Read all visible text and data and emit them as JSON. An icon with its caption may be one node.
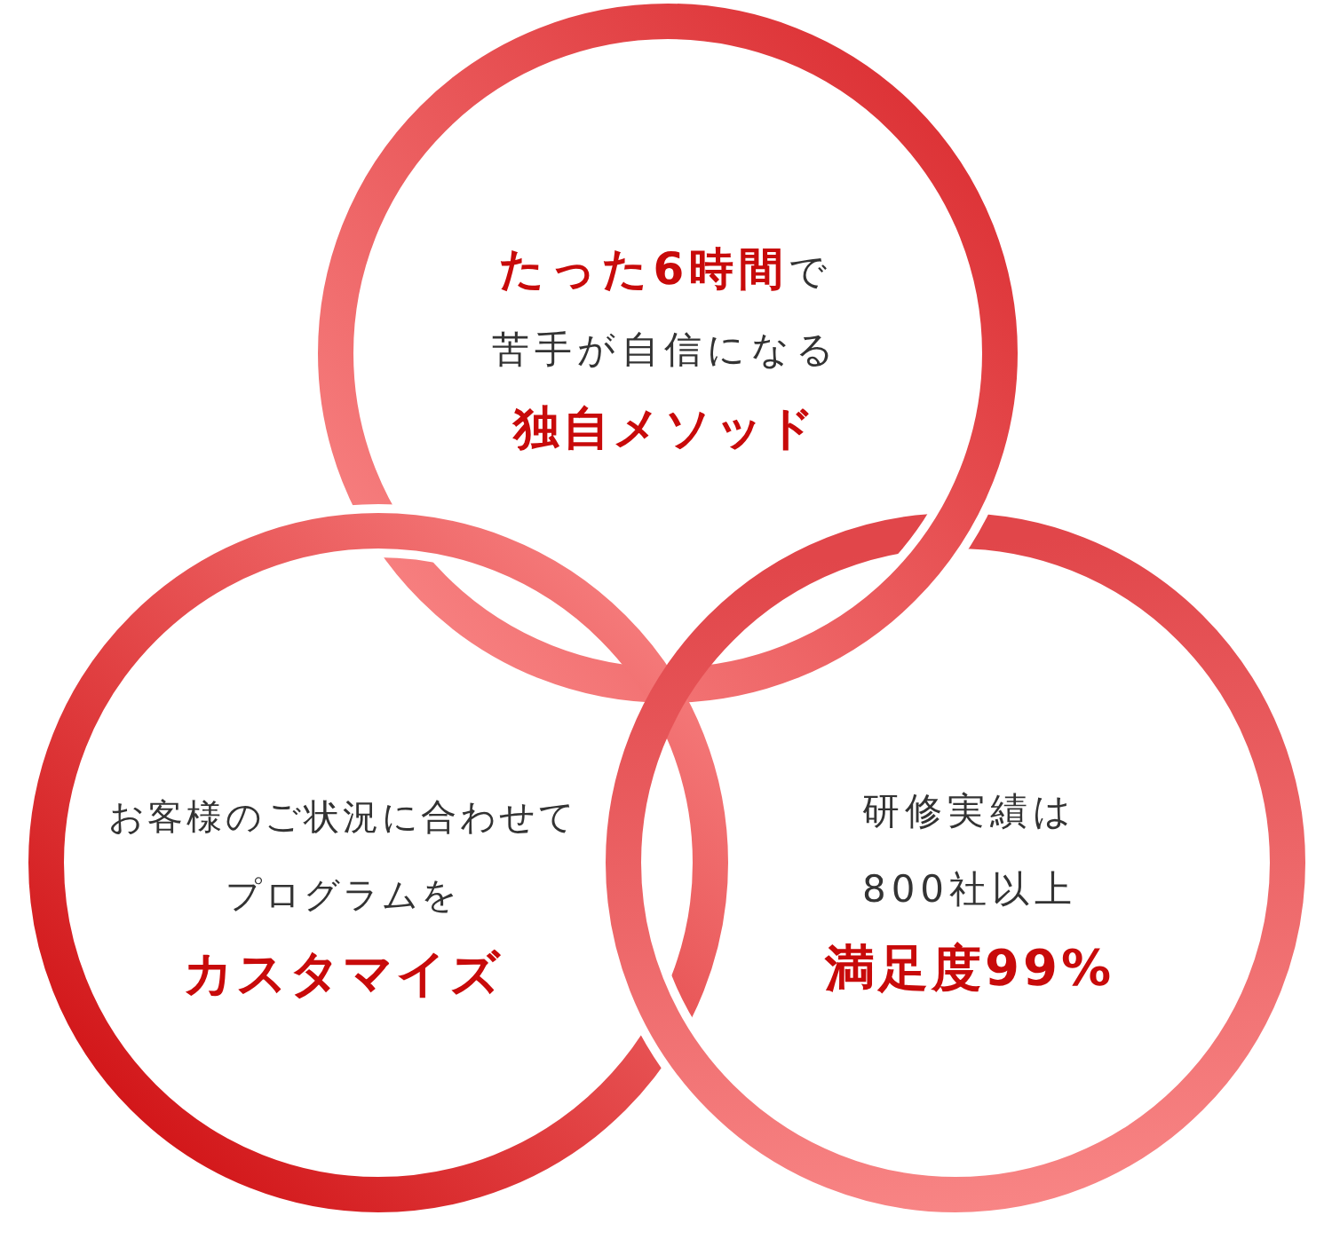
{
  "diagram": {
    "nodes": [
      {
        "text": [
          "**たった6時間**で苦手が自信になる",
          "独自メソッド"
        ]
      },
      {
        "text": [
          "お客様のご状況に合わせてプログラムを",
          "カスタマイズ"
        ]
      },
      {
        "text": [
          "研修実績は800社以上",
          "満足度99%"
        ]
      }
    ]
  }
}
